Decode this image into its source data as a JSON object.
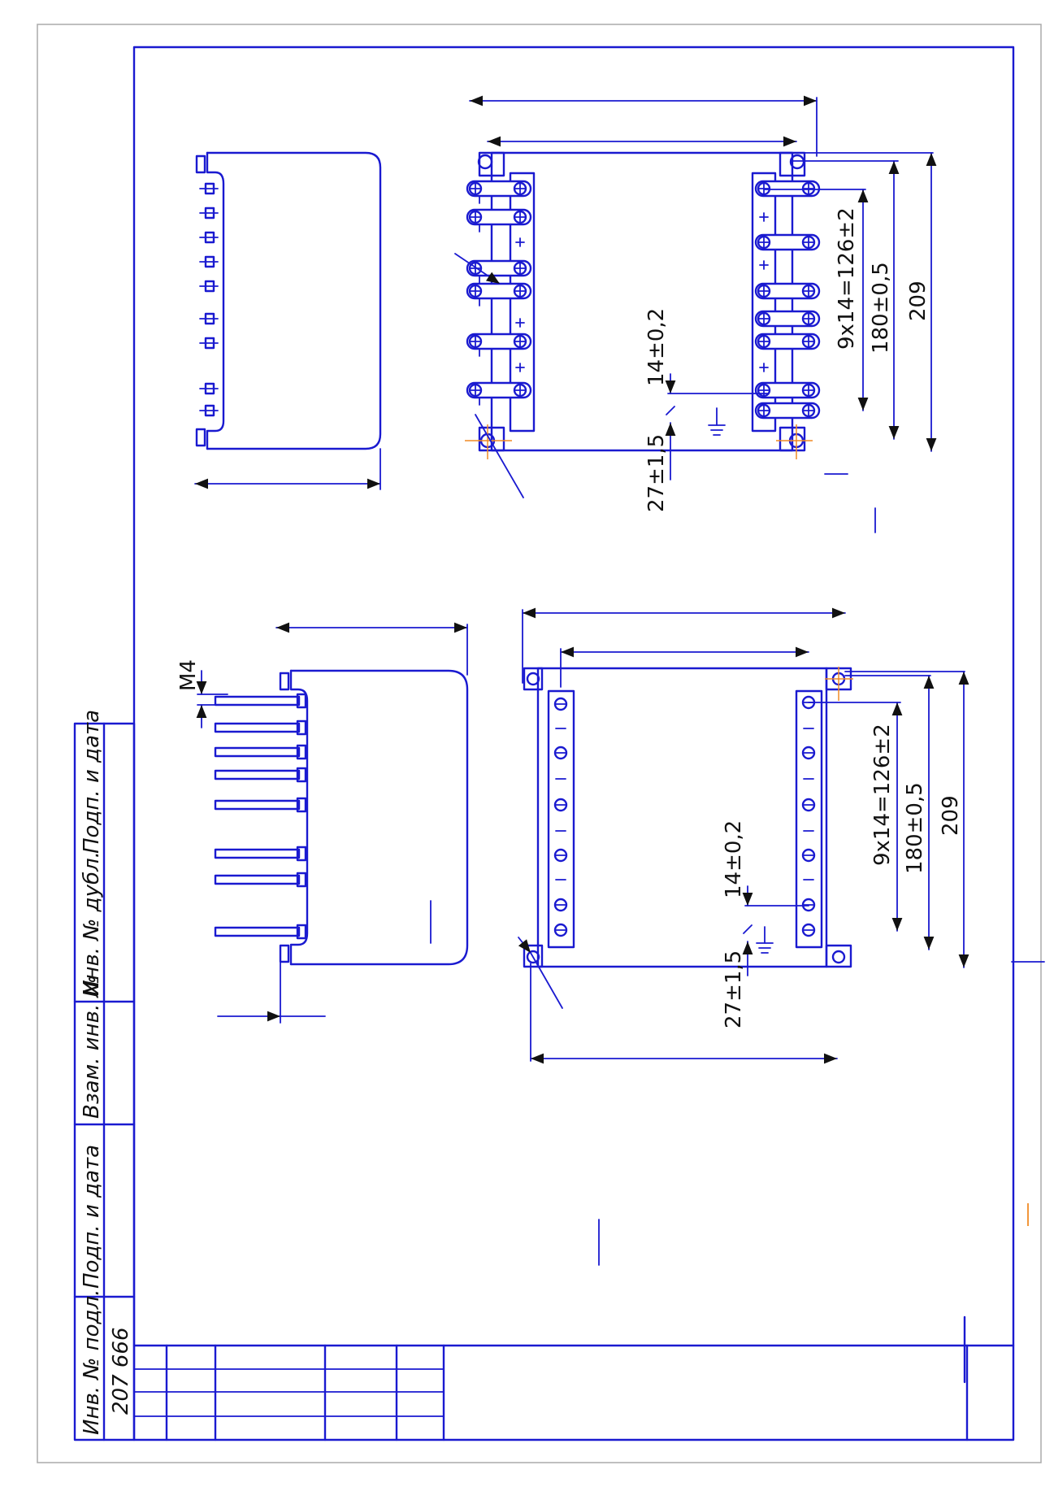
{
  "side_stamp": {
    "labels": [
      "Инв. № подл.",
      "Подп. и дата",
      "Взам. инв. №",
      "Инв. № дубл.",
      "Подп. и дата"
    ],
    "inventory_number": "207 666"
  },
  "view_top": {
    "dim_pitch": "9x14=126±2",
    "dim_height_inner": "180±0,5",
    "dim_height_outer": "209",
    "dim_small": "14±0,2",
    "dim_bottom_offset": "27±1,5"
  },
  "view_bottom": {
    "dim_thread": "M4",
    "dim_pitch": "9x14=126±2",
    "dim_height_inner": "180±0,5",
    "dim_height_outer": "209",
    "dim_small": "14±0,2",
    "dim_bottom_offset": "27±1,5"
  },
  "colors": {
    "line": "#1a1ad0",
    "center_mark": "#f08a24",
    "frame": "#aaaaaa"
  }
}
